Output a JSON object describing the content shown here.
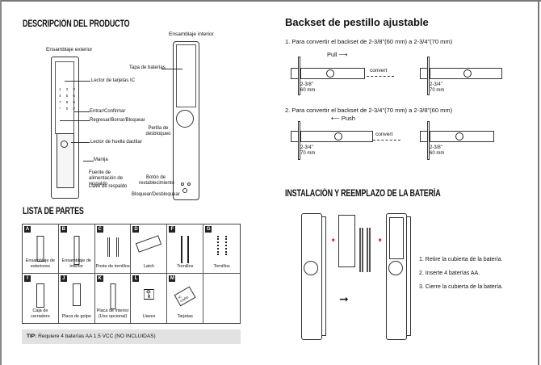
{
  "left": {
    "title": "DESCRIPCIÓN DEL PRODUCTO",
    "interior_label": "Ensamblaje interior",
    "exterior_label": "Ensamblaje exterior",
    "callouts": {
      "battery_cover": "Tapa de baterías",
      "ic_reader": "Lector de tarjetas IC",
      "enter": "Entrar/Confirmar",
      "back": "Regresar/Borrar/Bloquear",
      "knob": "Perilla de desbloqueo",
      "fingerprint": "Lector de huella dactilar",
      "handle": "Manija",
      "backup_power": "Fuente de alimentación de respaldo",
      "backup_key": "Llave de respaldo",
      "reset": "Botón de restablecimiento",
      "lock_unlock": "Bloquear/Desbloquear"
    },
    "keypad": [
      "1",
      "2",
      "3",
      "4",
      "5",
      "6",
      "7",
      "8",
      "9",
      "*",
      "0",
      "#"
    ],
    "parts_title": "LISTA DE PARTES",
    "parts": [
      {
        "letter": "A",
        "label": "Ensamblaje de exteriores"
      },
      {
        "letter": "B",
        "label": "Ensamblaje de interior"
      },
      {
        "letter": "C",
        "label": "Poste de tornillos"
      },
      {
        "letter": "D",
        "label": "Latch"
      },
      {
        "letter": "F",
        "label": "Tornillos"
      },
      {
        "letter": "G",
        "label": "Tornillos"
      },
      {
        "letter": "I",
        "label": "Caja de cerradero"
      },
      {
        "letter": "J",
        "label": "Placa de golpe"
      },
      {
        "letter": "K",
        "label": "Placa de interior (Uso opcional)"
      },
      {
        "letter": "L",
        "label": "Llaves"
      },
      {
        "letter": "M",
        "label": "Tarjetas"
      }
    ],
    "card_text": "IC CARD",
    "tip_label": "TIP:",
    "tip_text": " Requiere 4 baterías AA 1.5 VCC (NO INCLUIDAS)"
  },
  "right": {
    "backset_title": "Backset de pestillo ajustable",
    "step1": "1. Para convertir el backset de 2-3/8\"(60 mm) a 2-3/4\"(70 mm)",
    "step2": "2. Para convertir el backset de 2-3/4\"(70 mm)  a 2-3/8\"(60 mm)",
    "pull": "Pull ⟶",
    "push": "⟵ Push",
    "convert": "convert",
    "dim60": "2-3/8\"",
    "dim60mm": "60 mm",
    "dim70": "2-3/4\"",
    "dim70mm": "70 mm",
    "battery_title": "INSTALACIÓN  Y REEMPLAZO DE LA BATERÍA",
    "battery_steps": [
      "1. Retire la cubierta de la batería.",
      "2. Inserte 4 baterías AA.",
      "3. Cierre la cubierta de la batería."
    ]
  },
  "colors": {
    "arrow_red": "#e0202a",
    "tip_bg": "#e2e2e2"
  }
}
